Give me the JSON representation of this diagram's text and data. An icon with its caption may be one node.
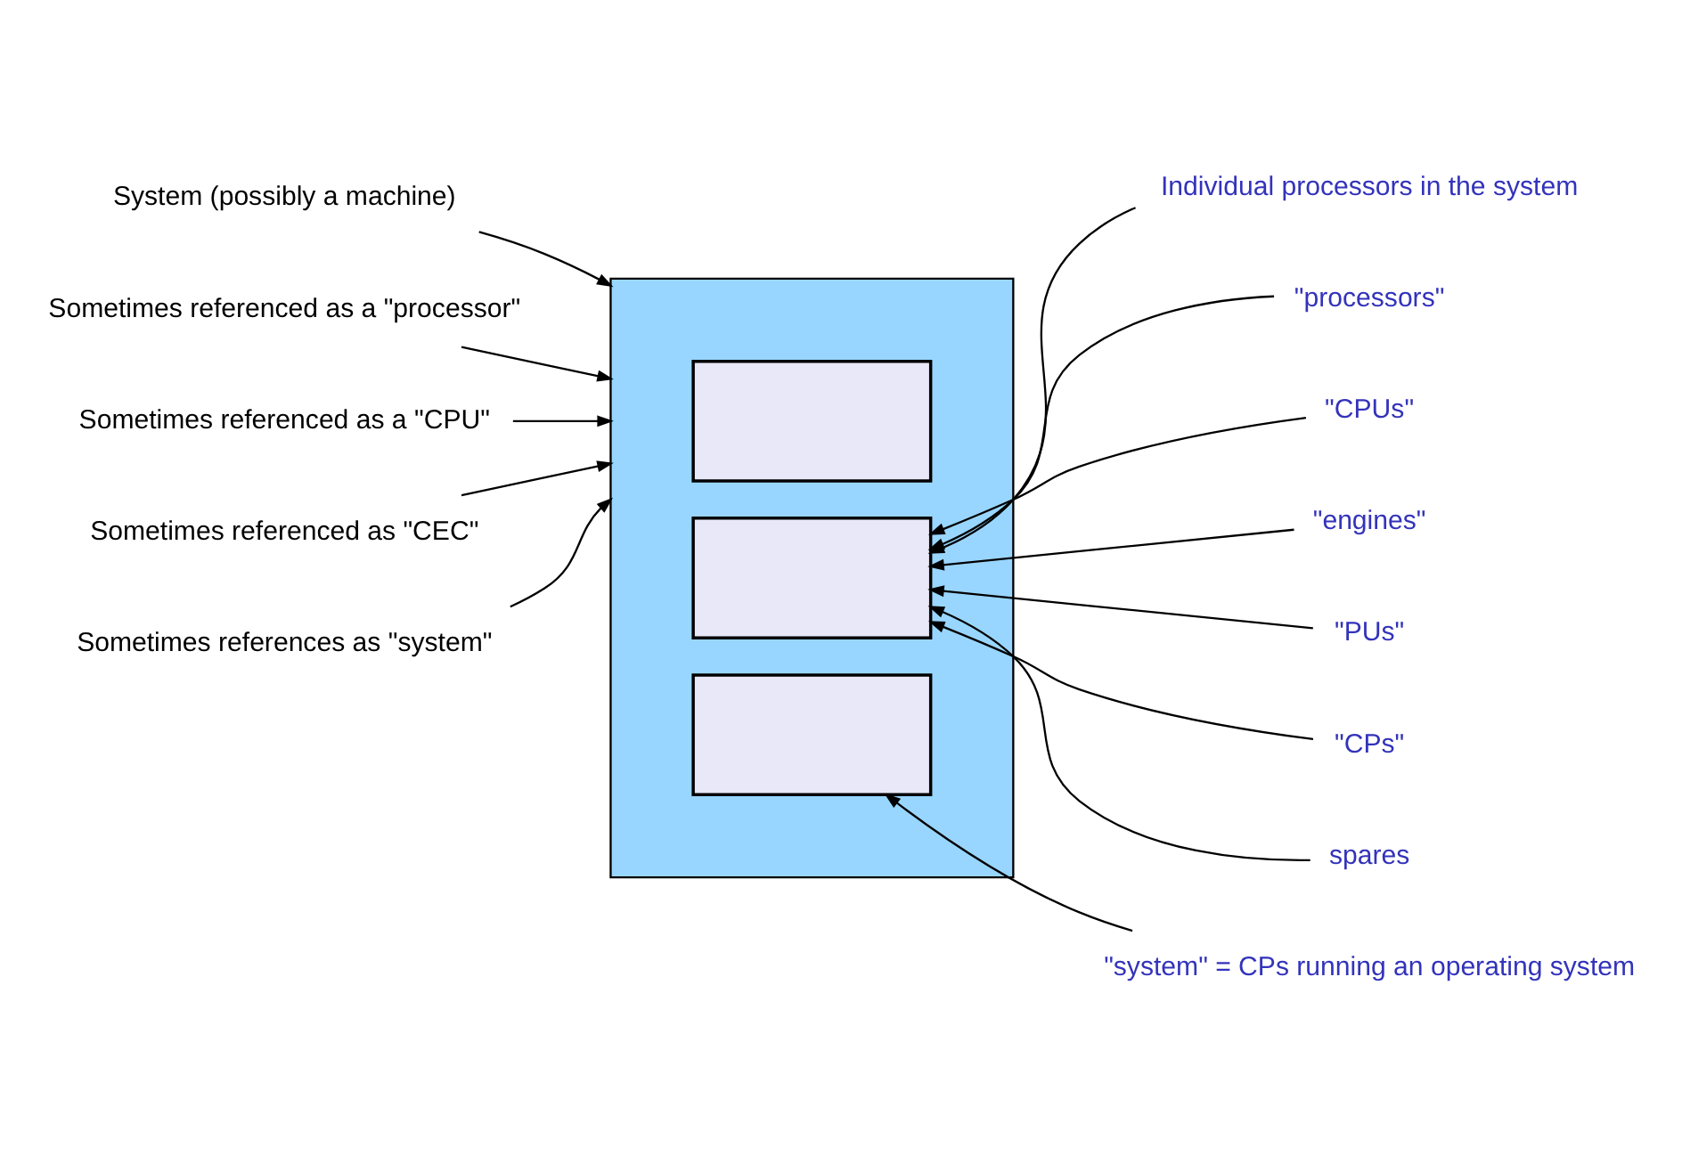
{
  "diagram": {
    "nodes": [
      {
        "text": [],
        "shape": "box"
      },
      {
        "text": [],
        "shape": "box",
        "in": 0
      },
      {
        "text": [],
        "shape": "box",
        "in": 0
      },
      {
        "text": [],
        "shape": "box",
        "in": 0
      },
      {
        "text": [
          "System (possibly a machine)"
        ]
      },
      {
        "text": [
          "Sometimes referenced as a \"processor\""
        ]
      },
      {
        "text": [
          "Sometimes referenced as a \"CPU\""
        ]
      },
      {
        "text": [
          "Sometimes referenced as \"CEC\""
        ]
      },
      {
        "text": [
          "Sometimes references as \"system\""
        ]
      },
      {
        "text": [
          "Individual processors in the system"
        ]
      },
      {
        "text": [
          "\"processors\""
        ]
      },
      {
        "text": [
          "\"CPUs\""
        ]
      },
      {
        "text": [
          "\"engines\""
        ]
      },
      {
        "text": [
          "\"PUs\""
        ]
      },
      {
        "text": [
          "\"CPs\""
        ]
      },
      {
        "text": [
          "spares"
        ]
      },
      {
        "text": [
          "\"system\" = CPs running an operating system"
        ]
      }
    ],
    "edges": [
      {
        "from": 4,
        "to": 0,
        "arrow": "to"
      },
      {
        "from": 5,
        "to": 0,
        "arrow": "to"
      },
      {
        "from": 6,
        "to": 0,
        "arrow": "to"
      },
      {
        "from": 7,
        "to": 0,
        "arrow": "to"
      },
      {
        "from": 8,
        "to": 0,
        "arrow": "to"
      },
      {
        "from": 9,
        "to": 2,
        "arrow": "to"
      },
      {
        "from": 10,
        "to": 2,
        "arrow": "to"
      },
      {
        "from": 11,
        "to": 2,
        "arrow": "to"
      },
      {
        "from": 12,
        "to": 2,
        "arrow": "to"
      },
      {
        "from": 13,
        "to": 2,
        "arrow": "to"
      },
      {
        "from": 14,
        "to": 2,
        "arrow": "to"
      },
      {
        "from": 15,
        "to": 2,
        "arrow": "to"
      },
      {
        "from": 16,
        "to": 3,
        "arrow": "to"
      }
    ]
  }
}
